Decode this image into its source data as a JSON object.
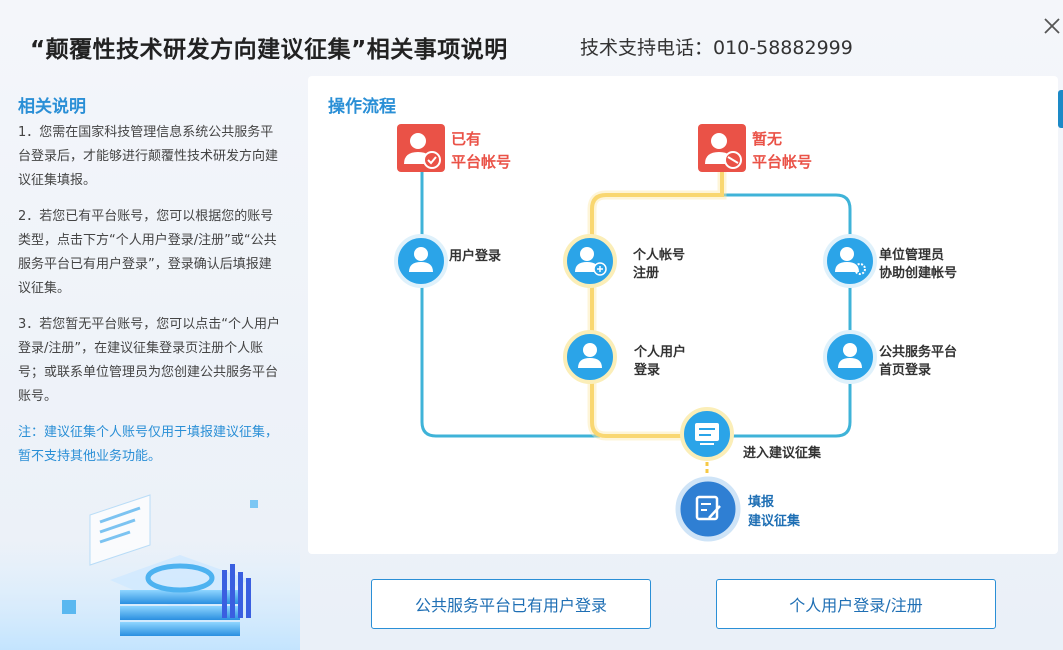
{
  "header": {
    "title": "“颠覆性技术研发方向建议征集”相关事项说明",
    "hotline": "技术支持电话：010-58882999"
  },
  "left": {
    "section_title": "相关说明",
    "paragraphs": [
      "1．您需在国家科技管理信息系统公共服务平台登录后，才能够进行颠覆性技术研发方向建议征集填报。",
      "2．若您已有平台账号，您可以根据您的账号类型，点击下方“个人用户登录/注册”或“公共服务平台已有用户登录”，登录确认后填报建议征集。",
      "3．若您暂无平台账号，您可以点击“个人用户登录/注册”，在建议征集登录页注册个人账号；或联系单位管理员为您创建公共服务平台账号。"
    ],
    "note": "注：建议征集个人账号仅用于填报建议征集，暂不支持其他业务功能。"
  },
  "flow": {
    "section_title": "操作流程",
    "has_account": [
      "已有",
      "平台帐号"
    ],
    "no_account": [
      "暂无",
      "平台帐号"
    ],
    "user_login": "用户登录",
    "personal_register": [
      "个人帐号",
      "注册"
    ],
    "unit_admin": [
      "单位管理员",
      "协助创建帐号"
    ],
    "personal_login": [
      "个人用户",
      "登录"
    ],
    "platform_login": [
      "公共服务平台",
      "首页登录"
    ],
    "enter_collection": "进入建议征集",
    "fill_collection": [
      "填报",
      "建议征集"
    ]
  },
  "buttons": {
    "platform_login": "公共服务平台已有用户登录",
    "personal_login": "个人用户登录/注册"
  },
  "colors": {
    "accent_blue": "#2a8fd6",
    "flow_line": "#3fb3d8",
    "highlight_line": "#f6c844",
    "red_icon": "#ea5247",
    "circle_icon": "#2ba4e8",
    "final_circle": "#2f7fd3"
  }
}
